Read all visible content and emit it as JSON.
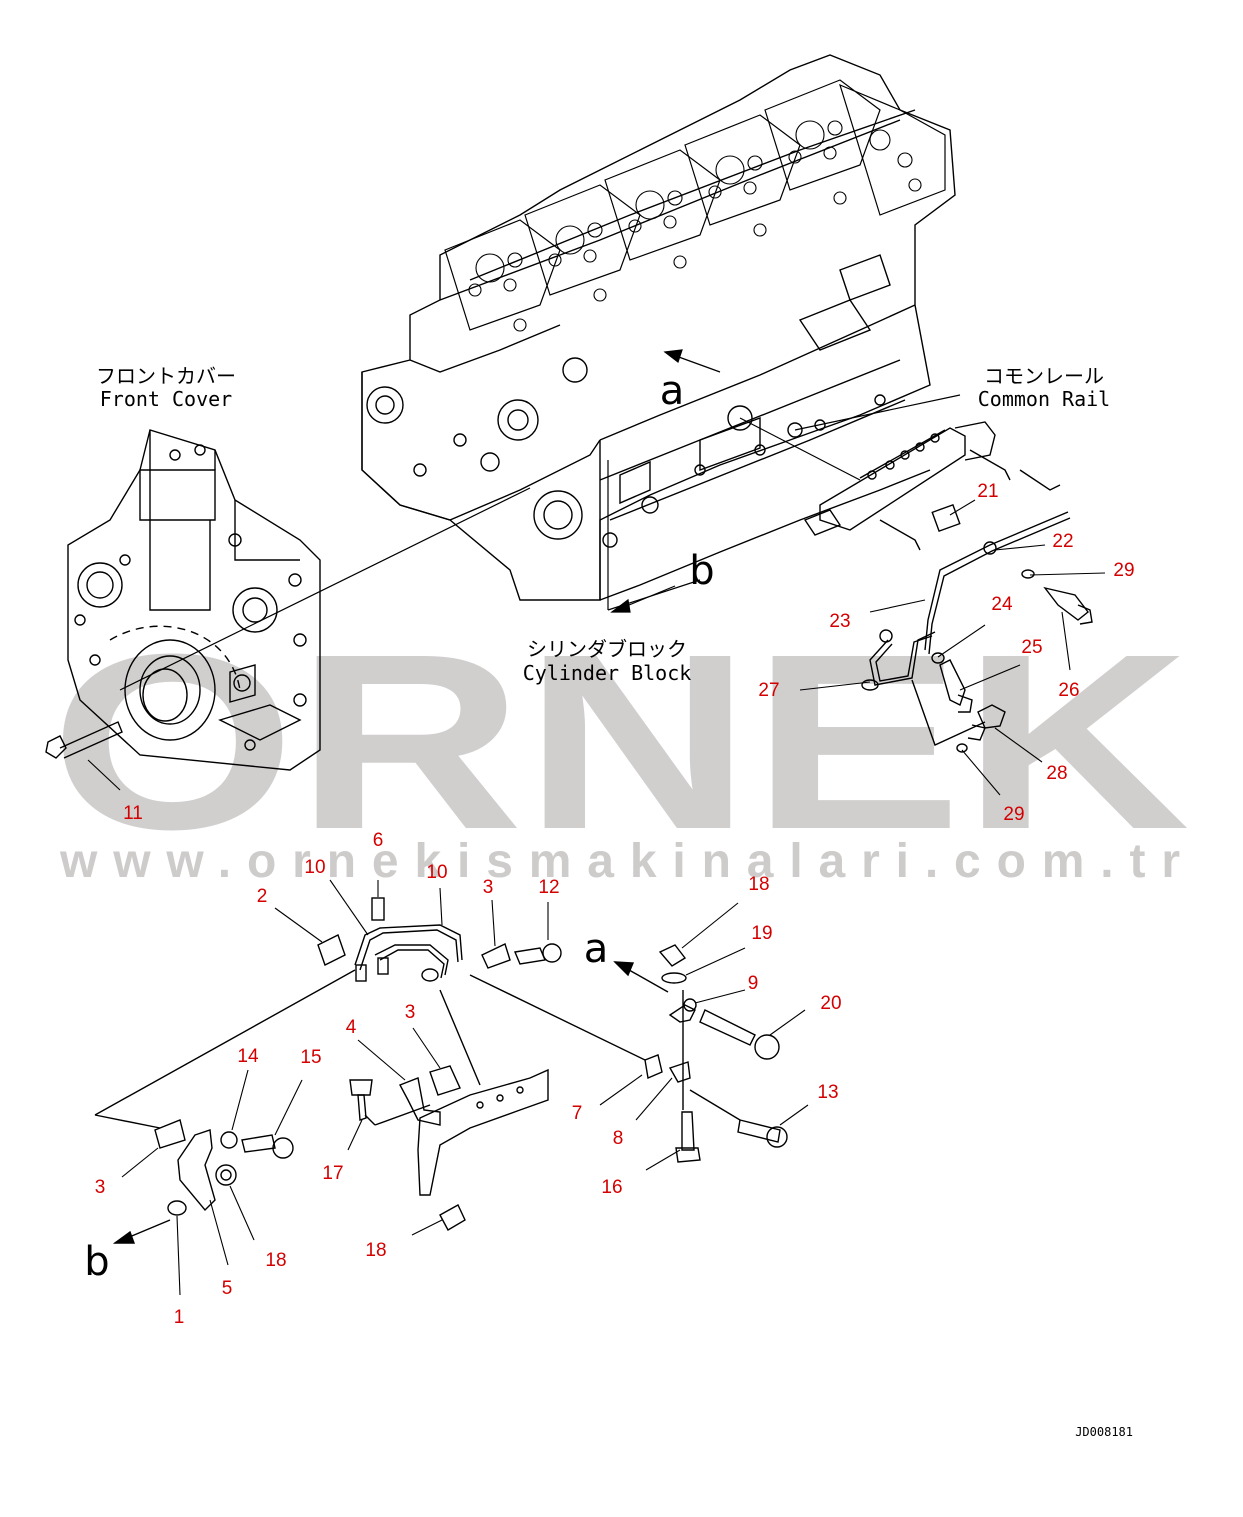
{
  "colors": {
    "line": "#000000",
    "callout": "#d40000",
    "watermark": "#c9c6c6",
    "background": "#ffffff"
  },
  "captions": {
    "front_cover_jp": "フロントカバー",
    "front_cover_en": "Front Cover",
    "common_rail_jp": "コモンレール",
    "common_rail_en": "Common Rail",
    "cylinder_block_jp": "シリンダブロック",
    "cylinder_block_en": "Cylinder Block"
  },
  "view_markers": {
    "a_top": "a",
    "b_top": "b",
    "a_bottom": "a",
    "b_bottom": "b"
  },
  "watermark": {
    "brand": "ORNEK",
    "url": "www.ornekismakinalari.com.tr"
  },
  "drawing_code": "JD008181",
  "callouts": [
    "11",
    "21",
    "22",
    "29",
    "23",
    "24",
    "25",
    "26",
    "27",
    "28",
    "29",
    "6",
    "10",
    "10",
    "2",
    "3",
    "12",
    "18",
    "19",
    "9",
    "20",
    "4",
    "3",
    "14",
    "15",
    "17",
    "7",
    "8",
    "13",
    "3",
    "18",
    "5",
    "1",
    "18",
    "16"
  ]
}
